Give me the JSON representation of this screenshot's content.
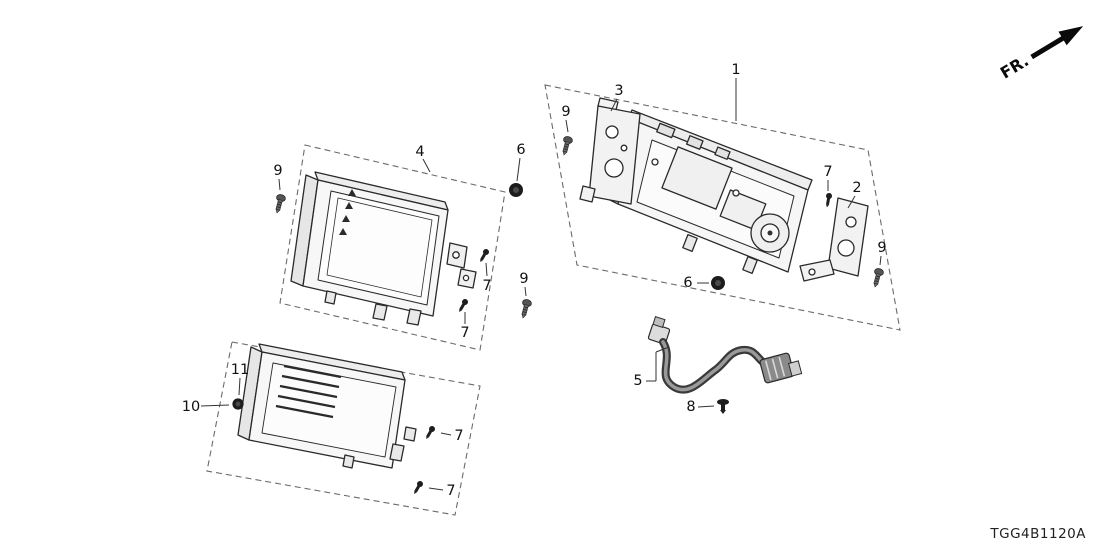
{
  "diagram": {
    "code": "TGG4B1120A",
    "direction": "FR.",
    "callouts": {
      "c1": "1",
      "c2": "2",
      "c3": "3",
      "c4": "4",
      "c5": "5",
      "c6a": "6",
      "c6b": "6",
      "c7a": "7",
      "c7b": "7",
      "c7c": "7",
      "c7d": "7",
      "c7e": "7",
      "c8": "8",
      "c9a": "9",
      "c9b": "9",
      "c9c": "9",
      "c9d": "9",
      "c10": "10",
      "c11": "11"
    }
  }
}
